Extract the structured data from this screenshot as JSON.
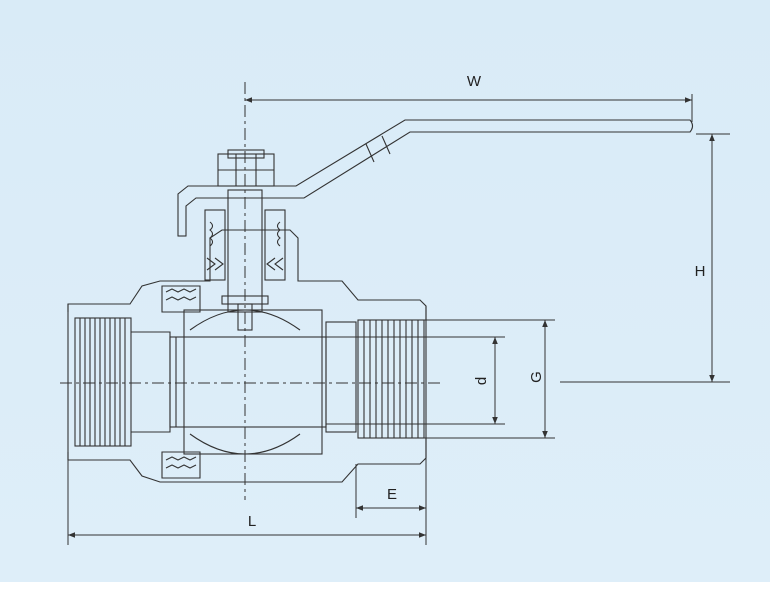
{
  "diagram": {
    "labels": {
      "w": "W",
      "h": "H",
      "d": "d",
      "g": "G",
      "e": "E",
      "l": "L"
    },
    "colors": {
      "background": "#dbecf8",
      "line": "#333333",
      "fill": "#dbecf8"
    }
  }
}
